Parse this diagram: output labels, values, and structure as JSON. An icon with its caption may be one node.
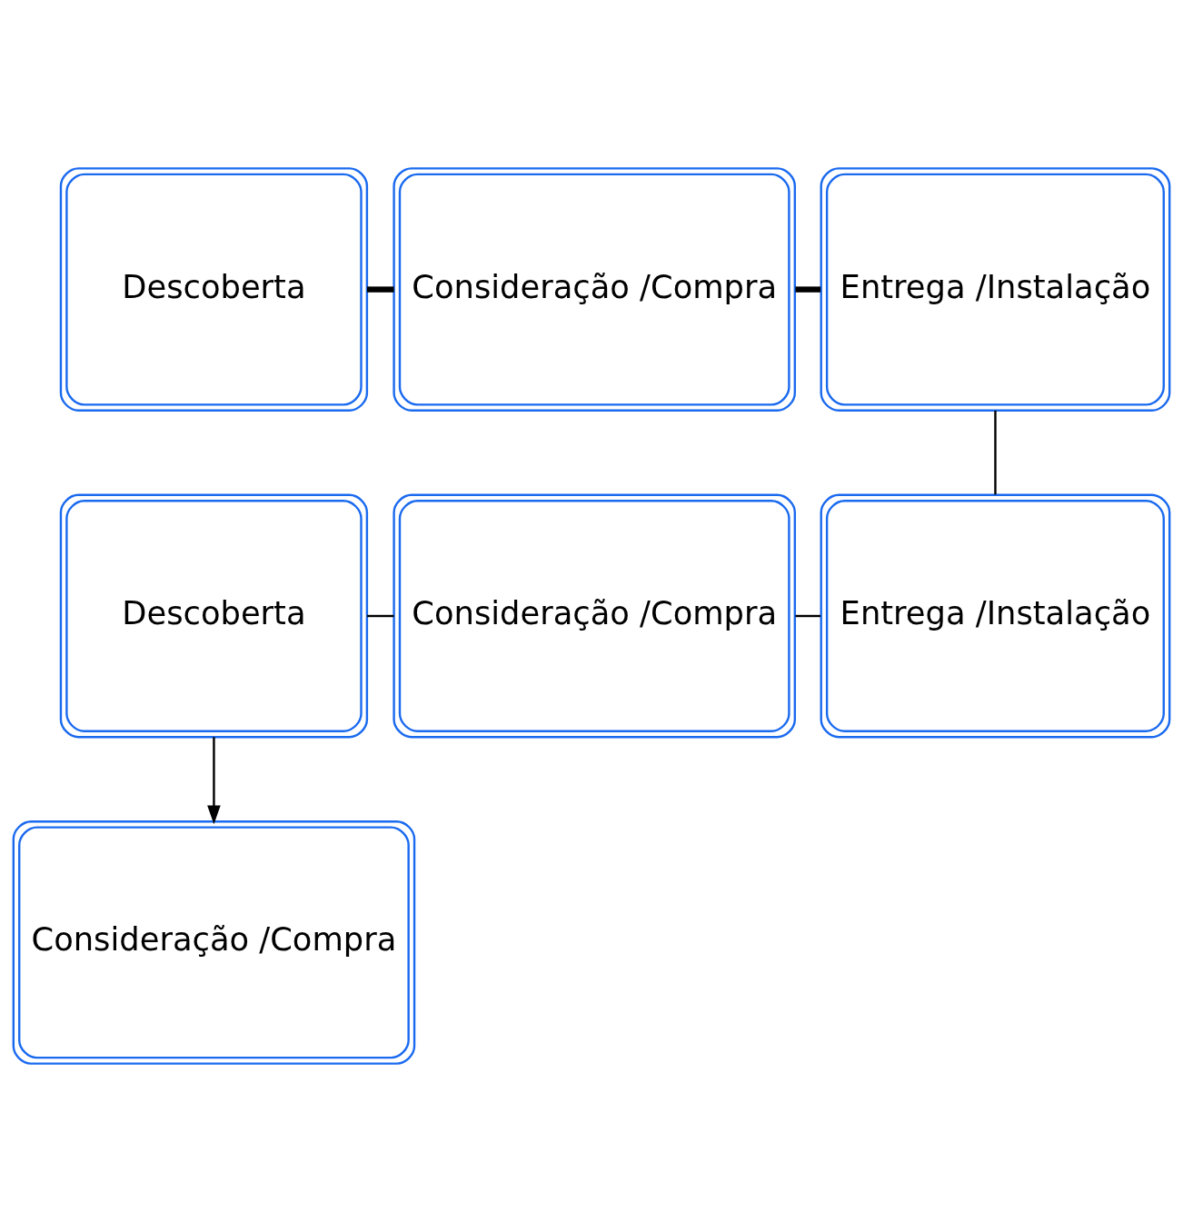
{
  "diagram": {
    "nodes": [
      {
        "text": [
          "Descoberta"
        ]
      },
      {
        "text": [
          "Consideração /Compra"
        ]
      },
      {
        "text": [
          "Entrega /Instalação"
        ]
      },
      {
        "text": [
          "Descoberta"
        ]
      },
      {
        "text": [
          "Consideração /Compra"
        ]
      },
      {
        "text": [
          "Entrega /Instalação"
        ]
      },
      {
        "text": [
          "Consideração /Compra"
        ]
      }
    ],
    "edges": [
      {
        "from": 0,
        "to": 1,
        "arrow": "none",
        "style": "thick"
      },
      {
        "from": 1,
        "to": 2,
        "arrow": "none",
        "style": "thick"
      },
      {
        "from": 2,
        "to": 5,
        "arrow": "none"
      },
      {
        "from": 3,
        "to": 4,
        "arrow": "none"
      },
      {
        "from": 4,
        "to": 5,
        "arrow": "none"
      },
      {
        "from": 3,
        "to": 6,
        "arrow": "to"
      }
    ]
  }
}
